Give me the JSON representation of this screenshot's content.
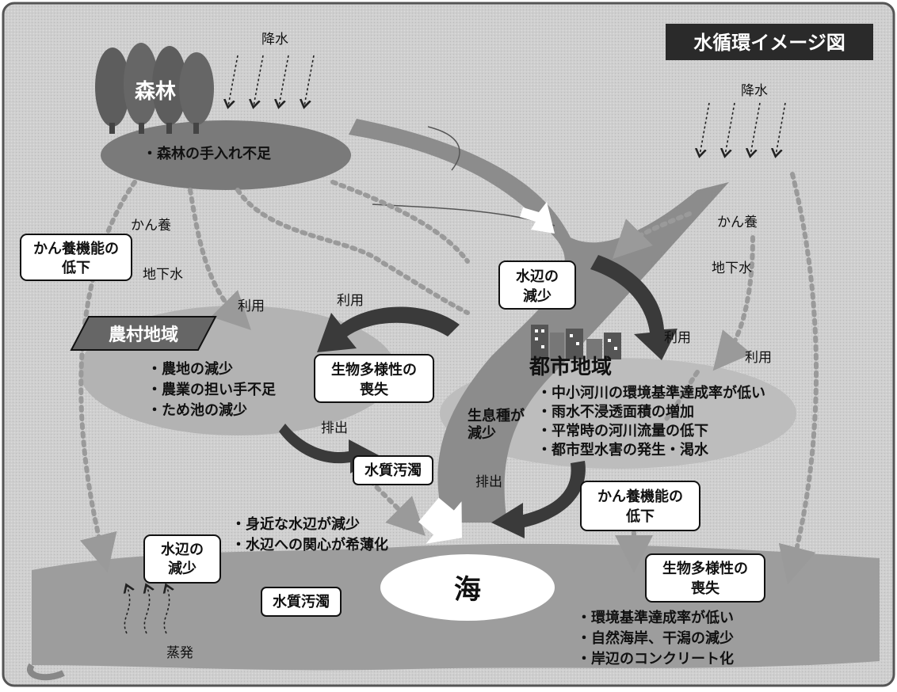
{
  "title": "水循環イメージ図",
  "rain_label_1": "降水",
  "rain_label_2": "降水",
  "forest": {
    "name": "森林",
    "issue": "・森林の手入れ不足"
  },
  "labels": {
    "recharge_left": "かん養",
    "groundwater_left": "地下水",
    "use_left": "利用",
    "use_center": "利用",
    "recharge_right": "かん養",
    "groundwater_right": "地下水",
    "use_right_1": "利用",
    "use_right_2": "利用",
    "discharge_left": "排出",
    "discharge_right": "排出",
    "habitat_decrease": [
      "生息種が",
      "減少"
    ],
    "evaporation": "蒸発",
    "sea": "海"
  },
  "boxes": {
    "recharge_decline_left": [
      "かん養機能の",
      "低下"
    ],
    "waterside_decrease_top": [
      "水辺の",
      "減少"
    ],
    "biodiversity_loss_center": [
      "生物多様性の",
      "喪失"
    ],
    "water_pollution_center": "水質汚濁",
    "recharge_decline_right": [
      "かん養機能の",
      "低下"
    ],
    "waterside_decrease_bottom": [
      "水辺の",
      "減少"
    ],
    "water_pollution_bottom": "水質汚濁",
    "biodiversity_loss_sea": [
      "生物多様性の",
      "喪失"
    ]
  },
  "rural": {
    "name": "農村地域",
    "issues": [
      "・農地の減少",
      "・農業の担い手不足",
      "・ため池の減少"
    ]
  },
  "urban": {
    "name": "都市地域",
    "issues": [
      "・中小河川の環境基準達成率が低い",
      "・雨水不浸透面積の増加",
      "・平常時の河川流量の低下",
      "・都市型水害の発生・渇水"
    ]
  },
  "waterside_issues": [
    "・身近な水辺が減少",
    "・水辺への関心が希薄化"
  ],
  "sea_issues": [
    "・環境基準達成率が低い",
    "・自然海岸、干潟の減少",
    "・岸辺のコンクリート化"
  ]
}
